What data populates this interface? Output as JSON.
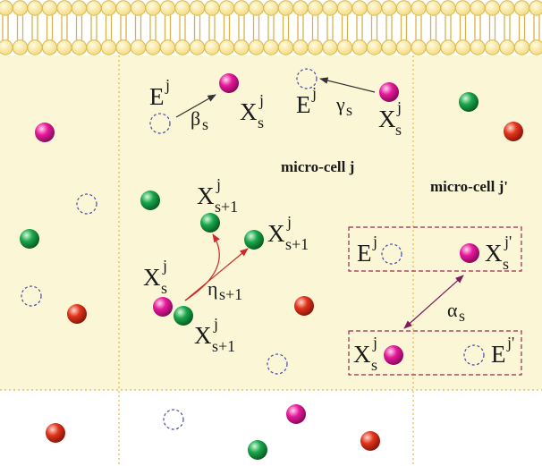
{
  "colors": {
    "membrane_head": "#f6e79e",
    "membrane_head_stroke": "#d8b84a",
    "membrane_tail": "#d7b24a",
    "cytoplasm": "#fbf6d6",
    "divider": "#e3b84a",
    "molecule_magenta": "#e6199b",
    "molecule_green": "#19a74a",
    "molecule_red": "#e2341c",
    "enzyme_outline": "#4a4aa8",
    "arrow_dark": "#333333",
    "arrow_red": "#cc2b2b",
    "arrow_purple": "#7a1f5a",
    "box_outline": "#9c2a4a"
  },
  "labels": {
    "enzyme_j": {
      "main": "E",
      "sup": "j"
    },
    "enzyme_jp": {
      "main": "E",
      "sup": "j'"
    },
    "species_s_j": {
      "main": "X",
      "sub": "s",
      "sup": "j"
    },
    "species_s1_j": {
      "main": "X",
      "sub": "s+1",
      "sup": "j"
    },
    "species_s_jp": {
      "main": "X",
      "sub": "s",
      "sup": "j'"
    },
    "beta": {
      "main": "β",
      "sub": "s"
    },
    "gamma": {
      "main": "γ",
      "sub": "s"
    },
    "eta": {
      "main": "η",
      "sub": "s+1"
    },
    "alpha": {
      "main": "α",
      "sub": "s"
    },
    "cell_j": "micro-cell j",
    "cell_jp": "micro-cell j'"
  }
}
